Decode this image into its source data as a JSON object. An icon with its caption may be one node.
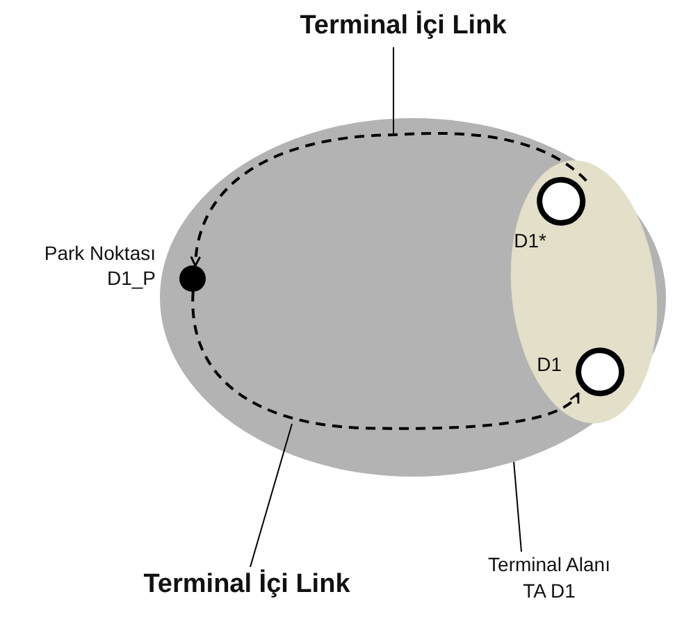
{
  "diagram": {
    "nodes": [
      {
        "text": [],
        "shape": "circle"
      },
      {
        "text": [],
        "shape": "circle",
        "in": 0
      },
      {
        "text": [],
        "shape": "circle",
        "in": 1,
        "beside": [
          "D1*"
        ]
      },
      {
        "text": [],
        "shape": "circle",
        "in": 1,
        "beside": [
          "D1"
        ]
      },
      {
        "text": [],
        "shape": "circle",
        "in": 0,
        "beside": [
          "Park Noktası D1_P"
        ]
      },
      {
        "text": [
          "Terminal İçi Link"
        ]
      },
      {
        "text": [
          "Terminal İçi Link"
        ]
      },
      {
        "text": [
          "Terminal Alanı TA D1"
        ]
      }
    ],
    "edges": [
      {
        "from": 2,
        "to": 4,
        "arrow": "to",
        "style": "dashed"
      },
      {
        "from": 4,
        "to": 3,
        "arrow": "to",
        "style": "dashed"
      },
      {
        "from": 5,
        "to": null,
        "arrow": "none"
      },
      {
        "from": 6,
        "to": null,
        "arrow": "none"
      },
      {
        "from": 7,
        "to": 0,
        "arrow": "none"
      }
    ]
  }
}
